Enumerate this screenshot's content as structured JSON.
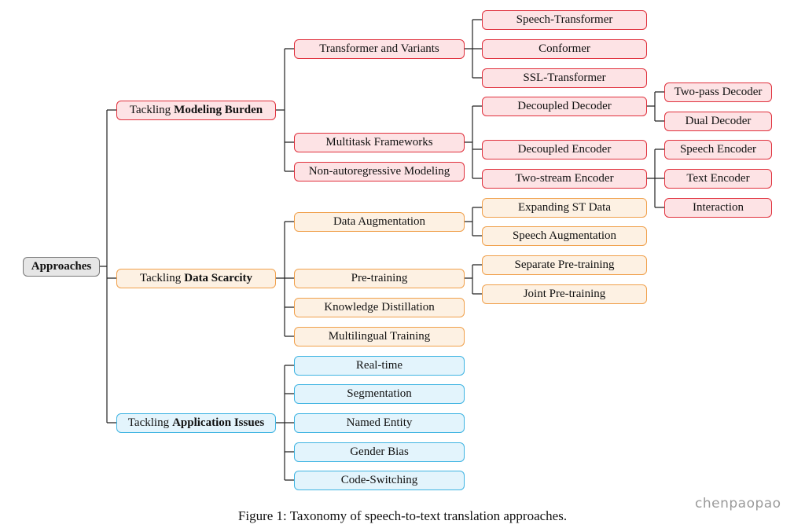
{
  "root": "Approaches",
  "level1": {
    "modeling": {
      "prefix": "Tackling",
      "bold": "Modeling Burden"
    },
    "data": {
      "prefix": "Tackling",
      "bold": "Data Scarcity"
    },
    "application": {
      "prefix": "Tackling",
      "bold": "Application Issues"
    }
  },
  "modeling": {
    "transformer": "Transformer and Variants",
    "multitask": "Multitask Frameworks",
    "nonauto": "Non-autoregressive Modeling",
    "speech_transformer": "Speech-Transformer",
    "conformer": "Conformer",
    "ssl_transformer": "SSL-Transformer",
    "decoupled_decoder": "Decoupled Decoder",
    "decoupled_encoder": "Decoupled Encoder",
    "two_stream_encoder": "Two-stream Encoder",
    "two_pass_decoder": "Two-pass Decoder",
    "dual_decoder": "Dual Decoder",
    "speech_encoder": "Speech Encoder",
    "text_encoder": "Text Encoder",
    "interaction": "Interaction"
  },
  "data": {
    "augmentation": "Data Augmentation",
    "pretraining": "Pre-training",
    "distillation": "Knowledge Distillation",
    "multilingual": "Multilingual Training",
    "expanding": "Expanding ST Data",
    "speech_aug": "Speech Augmentation",
    "separate_pt": "Separate Pre-training",
    "joint_pt": "Joint Pre-training"
  },
  "application": {
    "realtime": "Real-time",
    "segmentation": "Segmentation",
    "named_entity": "Named Entity",
    "gender_bias": "Gender Bias",
    "code_switching": "Code-Switching"
  },
  "caption": "Figure 1: Taxonomy of speech-to-text translation approaches.",
  "watermark": "chenpaopao",
  "colors": {
    "modeling_border": "#e0303c",
    "modeling_fill": "#fde3e5",
    "data_border": "#f0a04b",
    "data_fill": "#fdf1e3",
    "application_border": "#3fb4e2",
    "application_fill": "#e3f4fc",
    "root_border": "#777777",
    "root_fill": "#e6e6e6"
  }
}
